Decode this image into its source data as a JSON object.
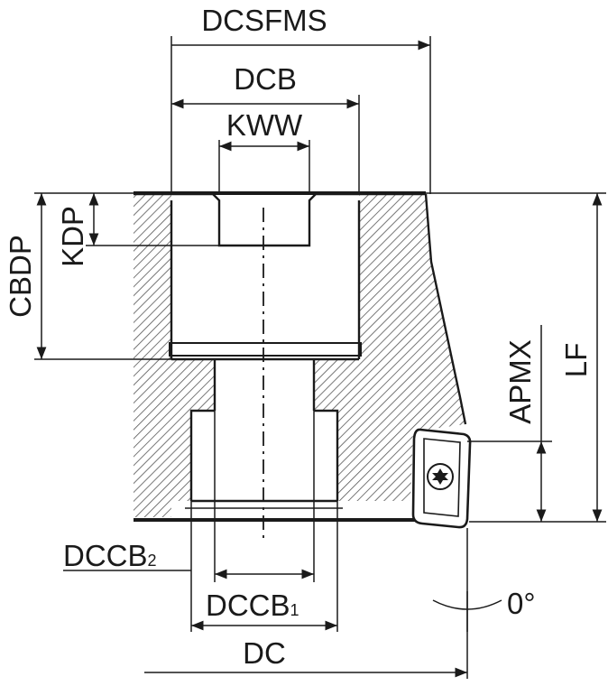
{
  "labels": {
    "dcsfms": "DCSFMS",
    "dcb": "DCB",
    "kww": "KWW",
    "cbdp": "CBDP",
    "kdp": "KDP",
    "apmx": "APMX",
    "lf": "LF",
    "dccb2": "DCCB",
    "dccb2_sub": "2",
    "dccb1": "DCCB",
    "dccb1_sub": "1",
    "dc": "DC",
    "angle": "0°"
  },
  "colors": {
    "line": "#1a1a1a",
    "hatch": "#555555",
    "background": "#ffffff"
  }
}
